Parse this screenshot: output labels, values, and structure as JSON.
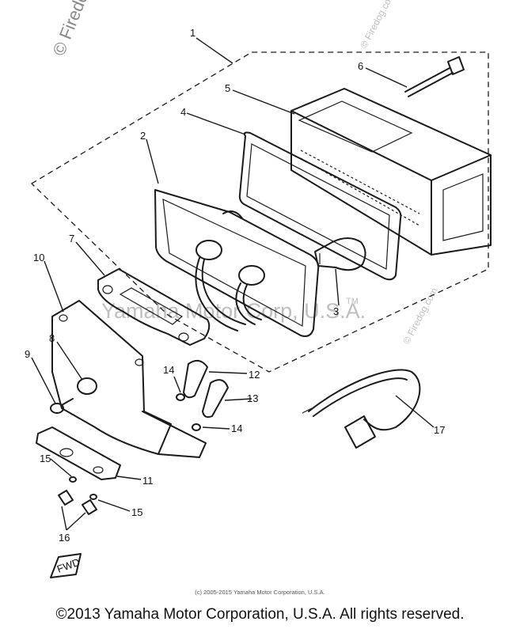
{
  "watermarks": {
    "top_left": "© Firedog",
    "diagonal_small_1": "© Firedog.com",
    "diagonal_small_2": "© Firedog.com",
    "center": "Yamaha Motor Corp, U.S.A.",
    "center_mark": "TM"
  },
  "callouts": [
    "1",
    "2",
    "3",
    "4",
    "5",
    "6",
    "7",
    "8",
    "9",
    "10",
    "11",
    "12",
    "13",
    "14",
    "14",
    "15",
    "15",
    "16",
    "17"
  ],
  "fwd_mark": "FWD",
  "footer": {
    "small": "(c) 2005-2015 Yamaha Motor Corporation, U.S.A.",
    "main": "©2013 Yamaha Motor Corporation, U.S.A. All rights reserved."
  }
}
